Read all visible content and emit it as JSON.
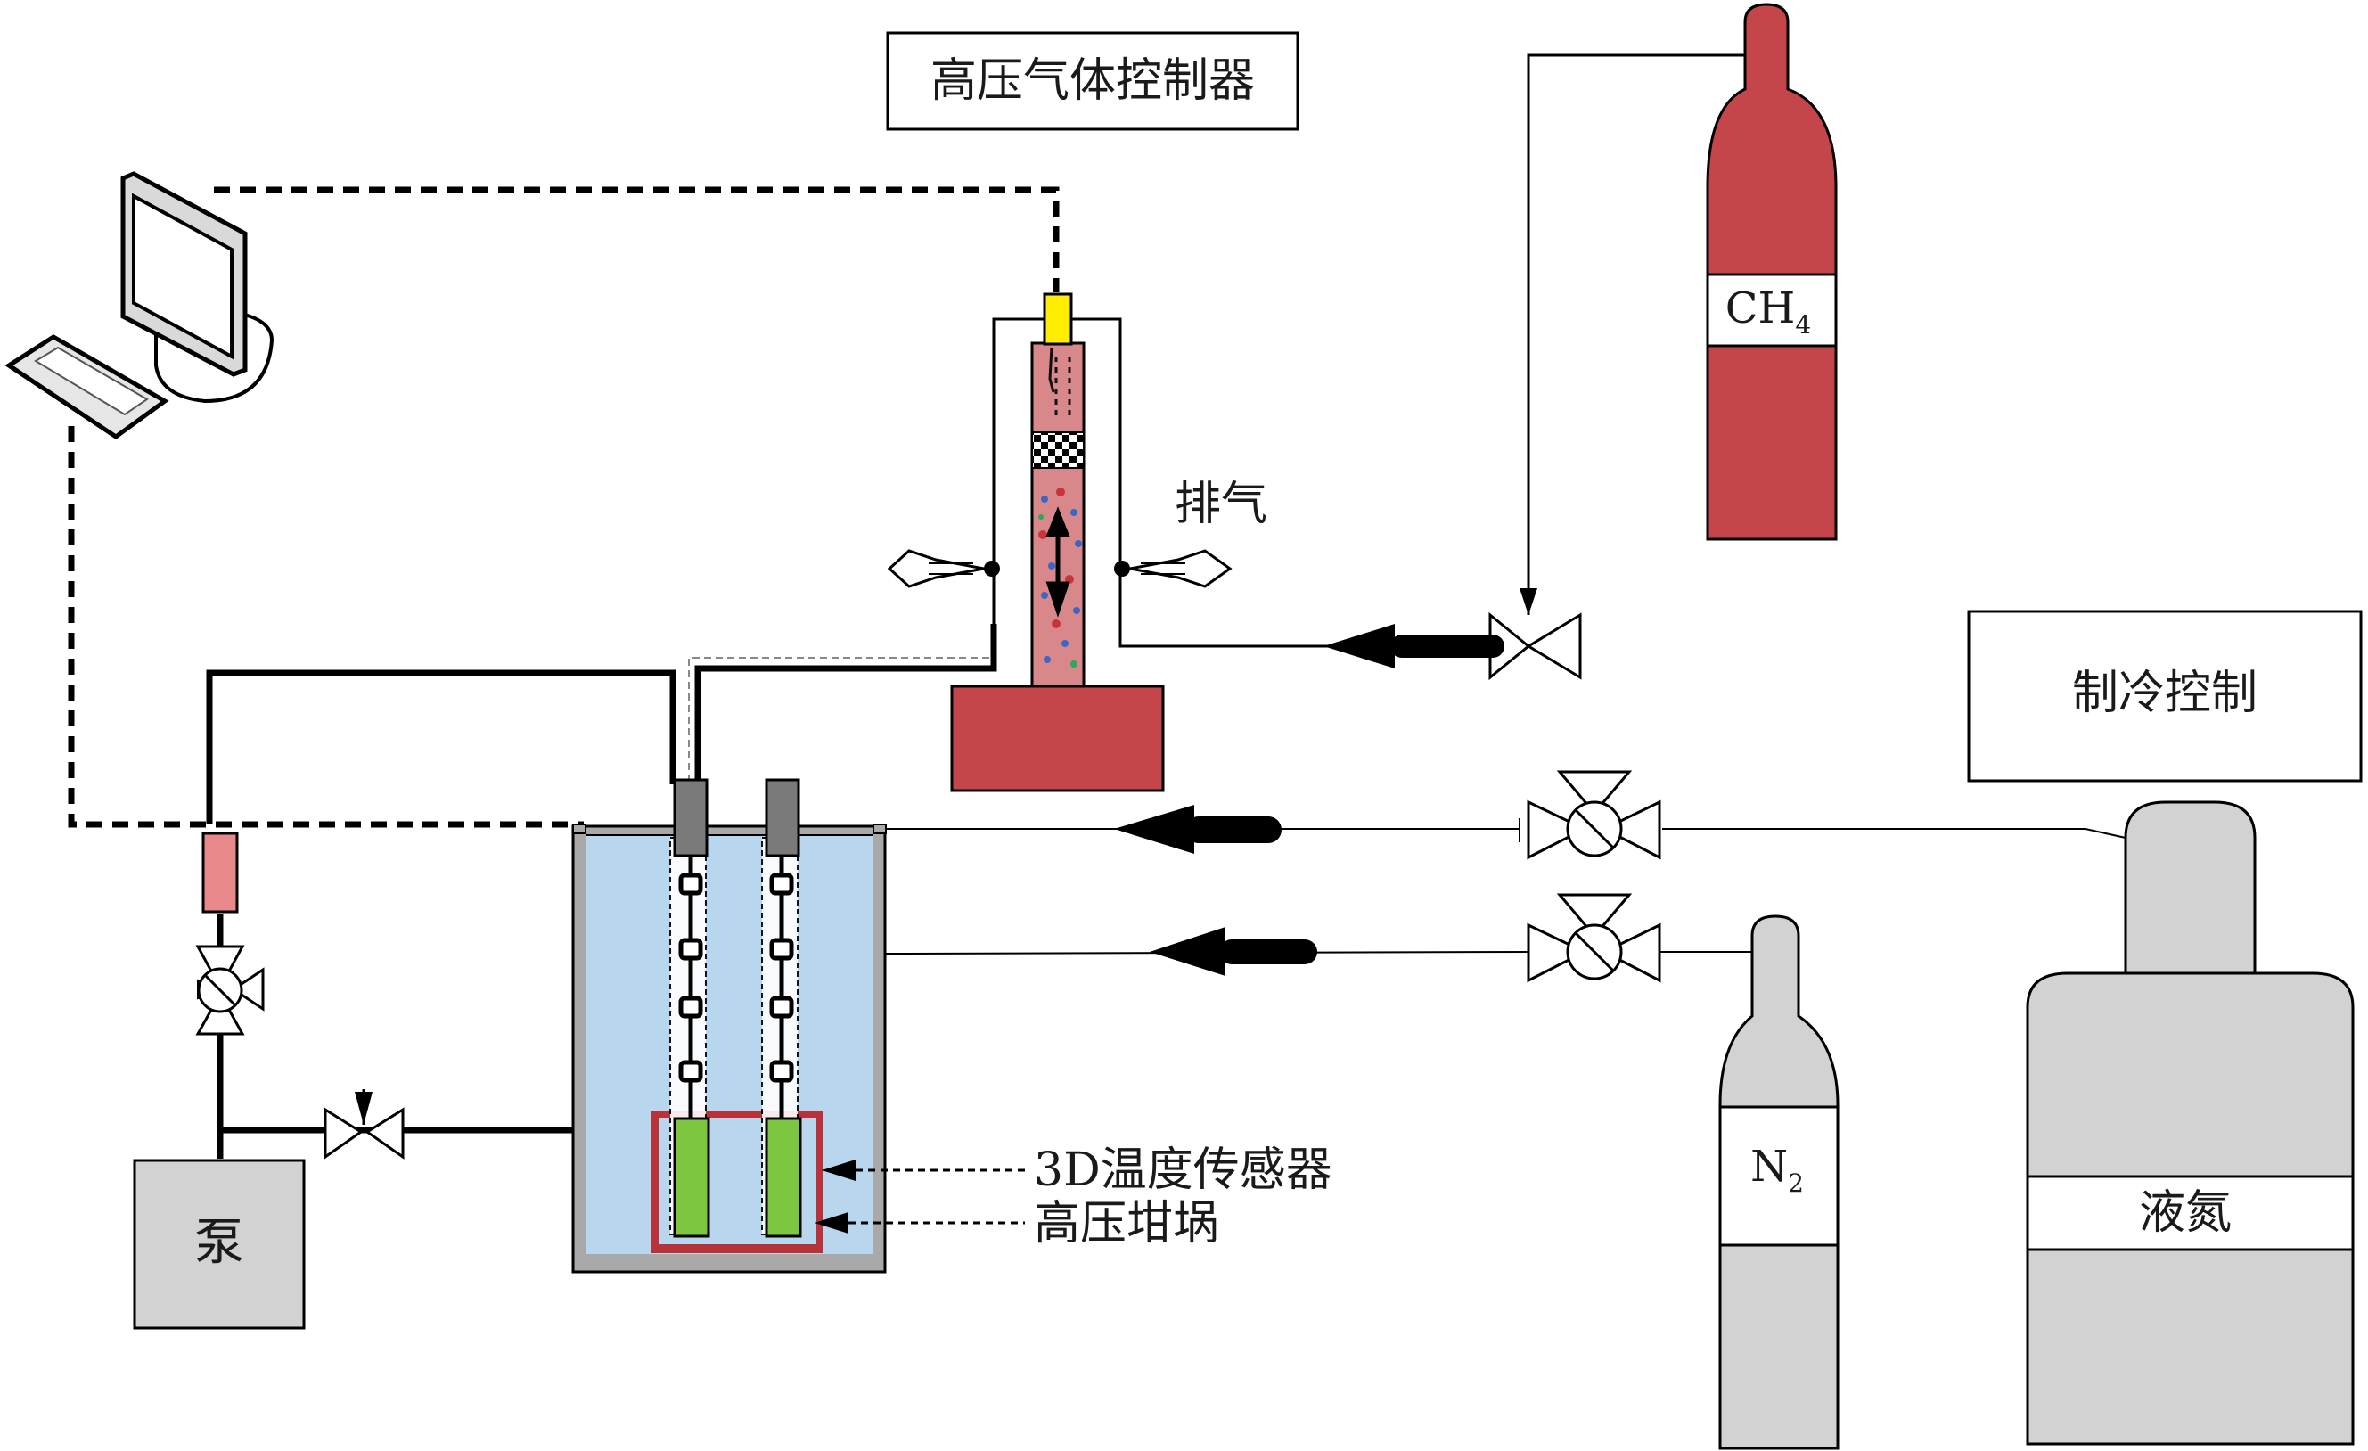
{
  "labels": {
    "gas_controller": "高压气体控制器",
    "exhaust": "排气",
    "refrigeration_control": "制冷控制",
    "ch4_main": "CH",
    "ch4_sub": "4",
    "n2_main": "N",
    "n2_sub": "2",
    "liquid_nitrogen": "液氮",
    "pump": "泵",
    "sensor": "3D温度传感器",
    "crucible": "高压坩埚"
  },
  "colors": {
    "gas_cylinder": "#c4464a",
    "sample_column": "#d8888a",
    "column_base": "#c4464a",
    "bath_water": "#b9d6ef",
    "tank_wall": "#a9a9a9",
    "crucible_sample": "#7dc63f",
    "crucible_wall": "#b8323a",
    "gray_cylinder": "#d2d2d2",
    "connector": "#ffee00",
    "pump_box": "#d2d2d2",
    "pipe": "#000000"
  }
}
